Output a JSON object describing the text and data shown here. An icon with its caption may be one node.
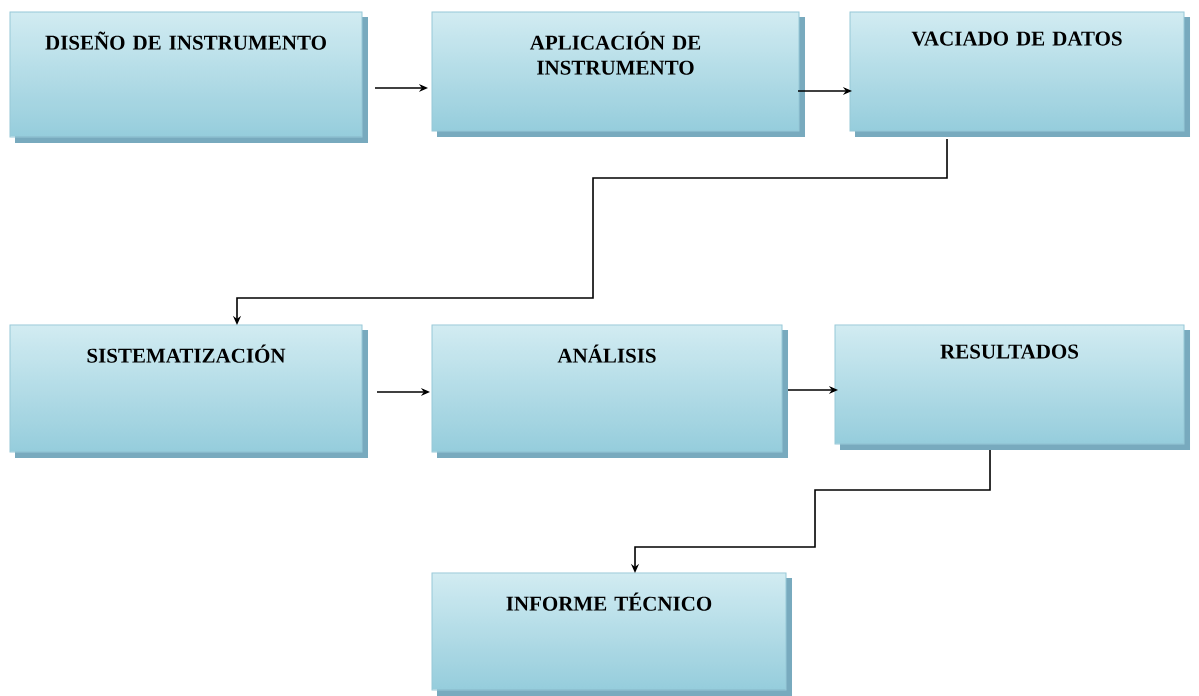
{
  "diagram": {
    "nodes": [
      {
        "text": [
          "DISEÑO DE INSTRUMENTO"
        ]
      },
      {
        "text": [
          "APLICACIÓN DE INSTRUMENTO"
        ]
      },
      {
        "text": [
          "VACIADO DE DATOS"
        ]
      },
      {
        "text": [
          "SISTEMATIZACIÓN"
        ]
      },
      {
        "text": [
          "ANÁLISIS"
        ]
      },
      {
        "text": [
          "RESULTADOS"
        ]
      },
      {
        "text": [
          "INFORME TÉCNICO"
        ]
      }
    ],
    "edges": [
      {
        "from": 0,
        "to": 1,
        "arrow": "to"
      },
      {
        "from": 1,
        "to": 2,
        "arrow": "to"
      },
      {
        "from": 2,
        "to": 3,
        "arrow": "to"
      },
      {
        "from": 3,
        "to": 4,
        "arrow": "to"
      },
      {
        "from": 4,
        "to": 5,
        "arrow": "to"
      },
      {
        "from": 5,
        "to": 6,
        "arrow": "to"
      }
    ]
  }
}
